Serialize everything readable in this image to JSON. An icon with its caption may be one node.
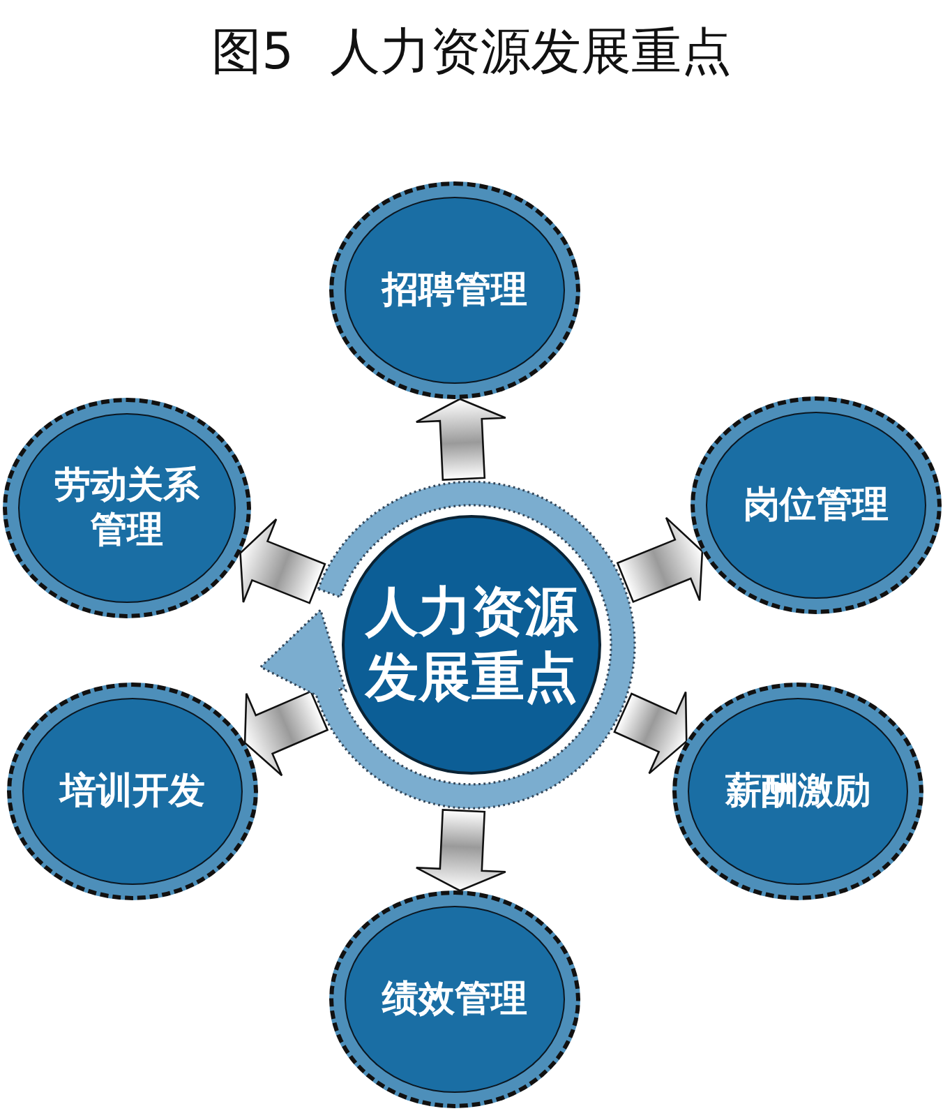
{
  "diagram": {
    "title": "图5 人力资源发展重点",
    "nodes": [
      {
        "text": [
          "招聘管理"
        ]
      },
      {
        "text": [
          "劳动关系管理"
        ]
      },
      {
        "text": [
          "岗位管理"
        ]
      },
      {
        "text": [
          "人力资源发展重点"
        ]
      },
      {
        "text": [
          "培训开发"
        ]
      },
      {
        "text": [
          "薪酬激励"
        ]
      },
      {
        "text": [
          "绩效管理"
        ]
      }
    ],
    "edges": [
      {
        "from": 3,
        "to": 0,
        "arrow": "to"
      },
      {
        "from": 3,
        "to": 2,
        "arrow": "to"
      },
      {
        "from": 3,
        "to": 5,
        "arrow": "to"
      },
      {
        "from": 3,
        "to": 6,
        "arrow": "to"
      },
      {
        "from": 3,
        "to": 4,
        "arrow": "to"
      },
      {
        "from": 3,
        "to": 1,
        "arrow": "to"
      }
    ]
  }
}
